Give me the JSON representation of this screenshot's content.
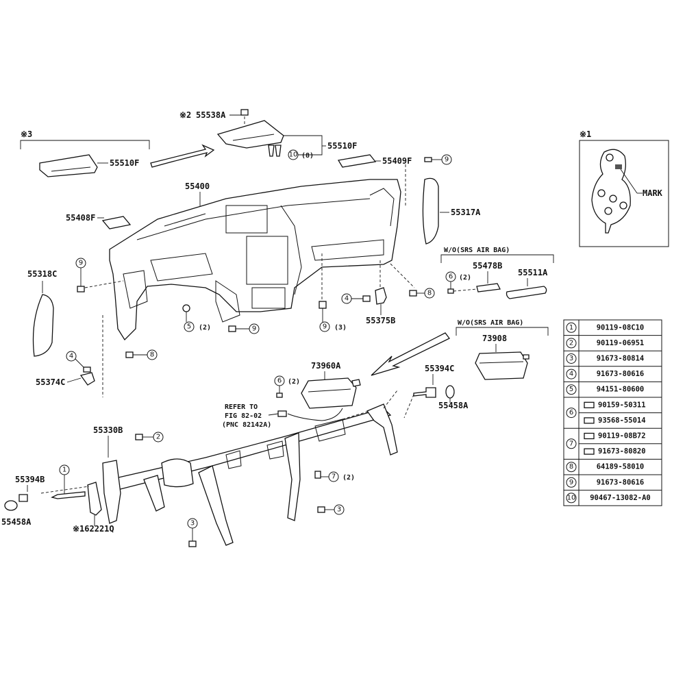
{
  "note_marks": {
    "n1": "※1",
    "n2": "※2",
    "n3": "※3"
  },
  "labels": {
    "p55538A": "55538A",
    "p55510F_top": "55510F",
    "p55510F_left": "55510F",
    "p55409F": "55409F",
    "p55400": "55400",
    "p55408F": "55408F",
    "p55317A": "55317A",
    "p55318C": "55318C",
    "p55375B": "55375B",
    "p55374C": "55374C",
    "p55478B": "55478B",
    "p55511A": "55511A",
    "p73908": "73908",
    "p73960A": "73960A",
    "p55394C": "55394C",
    "p55458A_right": "55458A",
    "p55330B": "55330B",
    "p55394B": "55394B",
    "p55458A_left": "55458A",
    "p62221Q": "※162221Q",
    "mark": "MARK",
    "wo_srs_1": "W/O(SRS AIR BAG)",
    "wo_srs_2": "W/O(SRS AIR BAG)",
    "refer1": "REFER TO",
    "refer2": "FIG 82-02",
    "refer3": "(PNC 82142A)"
  },
  "callouts": {
    "c10_8": "(8)",
    "c5_2": "(2)",
    "c9_3": "(3)",
    "c6_2a": "(2)",
    "c6_2b": "(2)",
    "c7_2": "(2)"
  },
  "parts_table": [
    {
      "ref": "1",
      "parts": [
        "90119-08C10"
      ]
    },
    {
      "ref": "2",
      "parts": [
        "90119-06951"
      ]
    },
    {
      "ref": "3",
      "parts": [
        "91673-80814"
      ]
    },
    {
      "ref": "4",
      "parts": [
        "91673-80616"
      ]
    },
    {
      "ref": "5",
      "parts": [
        "94151-80600"
      ]
    },
    {
      "ref": "6",
      "parts": [
        "90159-50311",
        "93568-55014"
      ]
    },
    {
      "ref": "7",
      "parts": [
        "90119-08B72",
        "91673-80820"
      ]
    },
    {
      "ref": "8",
      "parts": [
        "64189-58010"
      ]
    },
    {
      "ref": "9",
      "parts": [
        "91673-80616"
      ]
    },
    {
      "ref": "10",
      "parts": [
        "90467-13082-A0"
      ]
    }
  ]
}
